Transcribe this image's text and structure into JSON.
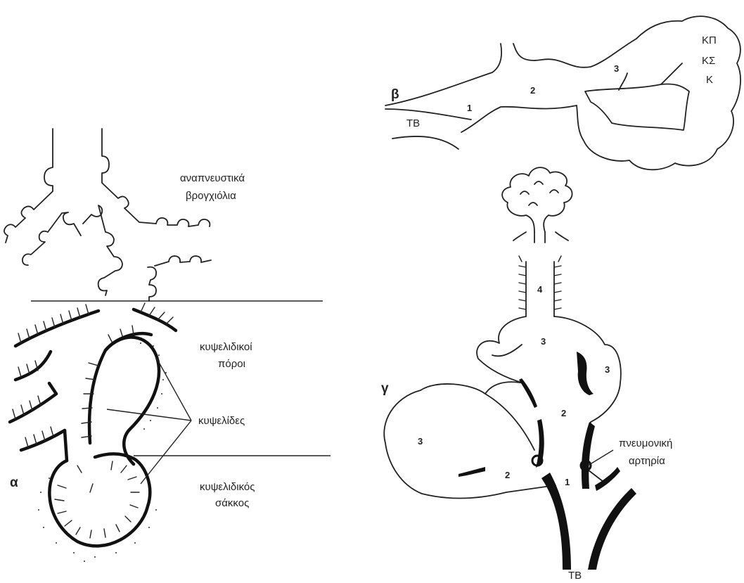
{
  "panel_a": {
    "letter": "α",
    "labels": {
      "respiratory_bronchioles_1": "αναπνευστικά",
      "respiratory_bronchioles_2": "βρογχιόλια",
      "alveolar_ducts_1": "κυψελιδικοί",
      "alveolar_ducts_2": "πόροι",
      "alveoli": "κυψελίδες",
      "alveolar_sac_1": "κυψελιδικός",
      "alveolar_sac_2": "σάκκος"
    }
  },
  "panel_b": {
    "letter": "β",
    "tb": "TB",
    "n1": "1",
    "n2": "2",
    "n3": "3",
    "acinus_1": "ΚΠ",
    "acinus_2": "ΚΣ",
    "acinus_3": "Κ"
  },
  "panel_c": {
    "letter": "γ",
    "tb": "TB",
    "n1": "1",
    "n2a": "2",
    "n2b": "2",
    "n3a": "3",
    "n3b": "3",
    "n3c": "3",
    "n4": "4",
    "artery_1": "πνευμονική",
    "artery_2": "αρτηρία"
  }
}
